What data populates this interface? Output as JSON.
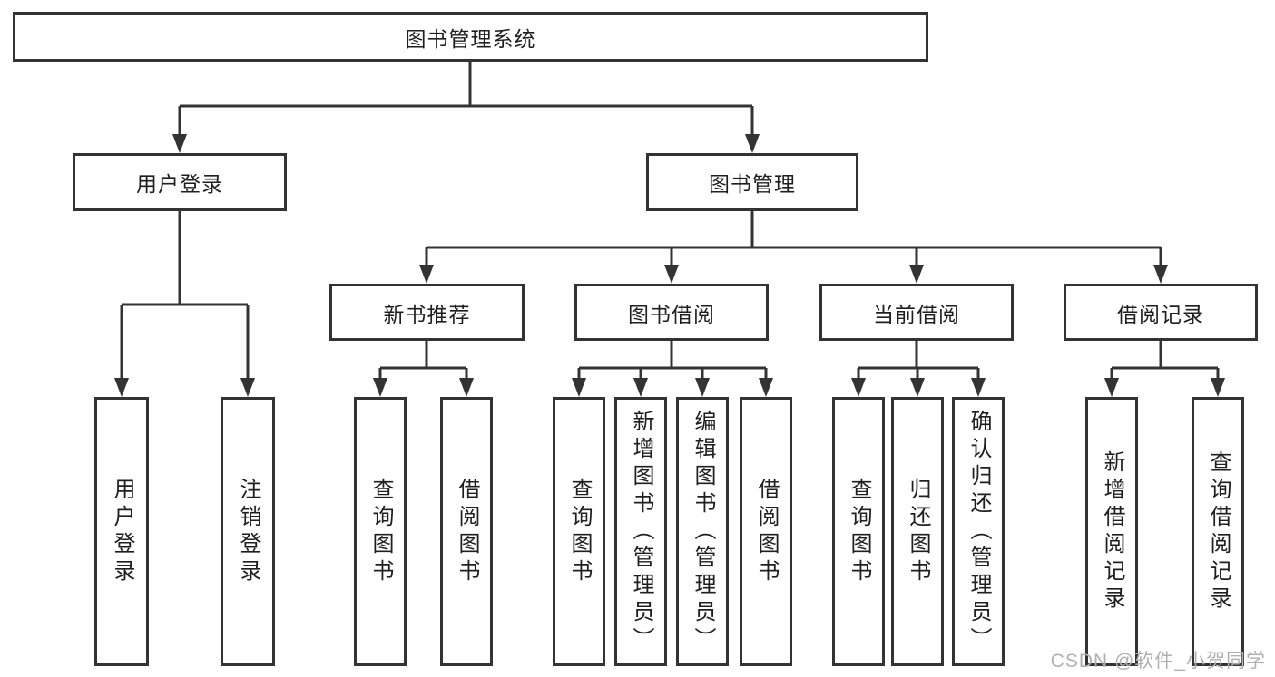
{
  "colors": {
    "line": "#333333",
    "box_border": "#333333",
    "text": "#1f1f1f",
    "background": "#ffffff",
    "watermark": "#b0b0b0"
  },
  "watermark": "CSDN @软件_小贺同学",
  "tree": {
    "root": {
      "label": "图书管理系统"
    },
    "user_login": {
      "label": "用户登录",
      "children": [
        {
          "label": "用户登录"
        },
        {
          "label": "注销登录"
        }
      ]
    },
    "book_management": {
      "label": "图书管理",
      "sections": [
        {
          "label": "新书推荐",
          "children": [
            {
              "label": "查询图书"
            },
            {
              "label": "借阅图书"
            }
          ]
        },
        {
          "label": "图书借阅",
          "children": [
            {
              "label": "查询图书"
            },
            {
              "label": "新增图书（管理员）"
            },
            {
              "label": "编辑图书（管理员）"
            },
            {
              "label": "借阅图书"
            }
          ]
        },
        {
          "label": "当前借阅",
          "children": [
            {
              "label": "查询图书"
            },
            {
              "label": "归还图书"
            },
            {
              "label": "确认归还（管理员）"
            }
          ]
        },
        {
          "label": "借阅记录",
          "children": [
            {
              "label": "新增借阅记录"
            },
            {
              "label": "查询借阅记录"
            }
          ]
        }
      ]
    }
  }
}
